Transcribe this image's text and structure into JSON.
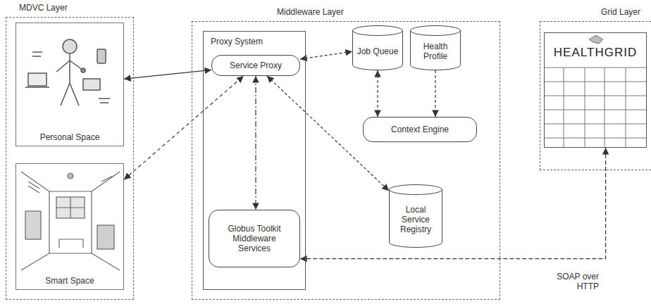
{
  "diagram": {
    "nodes": [
      {
        "text": [
          "MDVC Layer"
        ]
      },
      {
        "text": [
          "Personal Space"
        ],
        "in": 0
      },
      {
        "text": [
          "Smart Space"
        ],
        "in": 0
      },
      {
        "text": [
          "Middleware Layer"
        ]
      },
      {
        "text": [
          "Proxy System"
        ],
        "in": 3
      },
      {
        "text": [
          "Service Proxy"
        ],
        "in": 4
      },
      {
        "text": [
          "Globus Toolkit Middleware Services"
        ],
        "in": 4
      },
      {
        "text": [
          "Job Queue"
        ],
        "in": 3
      },
      {
        "text": [
          "Health Profile"
        ],
        "in": 3
      },
      {
        "text": [
          "Context Engine"
        ],
        "in": 3
      },
      {
        "text": [
          "Local Service Registry"
        ],
        "in": 3
      },
      {
        "text": [
          "Grid Layer"
        ]
      },
      {
        "text": [
          "HEALTHGRID"
        ],
        "in": 11
      }
    ],
    "edges": [
      {
        "from": 1,
        "to": 5,
        "arrow": "both"
      },
      {
        "from": 2,
        "to": 5,
        "arrow": "both"
      },
      {
        "from": 5,
        "to": 7,
        "arrow": "both"
      },
      {
        "from": 5,
        "to": 10,
        "arrow": "both"
      },
      {
        "from": 5,
        "to": 6,
        "arrow": "both"
      },
      {
        "from": 7,
        "to": 9,
        "arrow": "both"
      },
      {
        "from": 8,
        "to": 9,
        "arrow": "to"
      },
      {
        "from": 12,
        "to": 6,
        "label": "SOAP over HTTP",
        "arrow": "both"
      }
    ]
  }
}
